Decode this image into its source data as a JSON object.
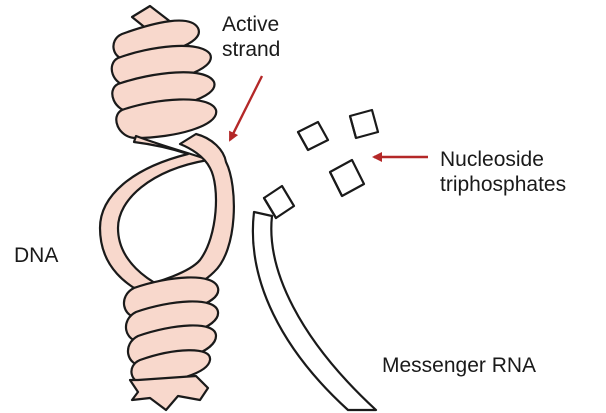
{
  "labels": {
    "active_strand": [
      "Active",
      "strand"
    ],
    "nucleoside_triphosphates": [
      "Nucleoside",
      "triphosphates"
    ],
    "dna": "DNA",
    "messenger_rna": "Messenger RNA"
  },
  "colors": {
    "strand_fill": "#f8d8cc",
    "outline": "#1a1a1a",
    "arrow": "#b42828",
    "rna_fill": "#ffffff"
  }
}
